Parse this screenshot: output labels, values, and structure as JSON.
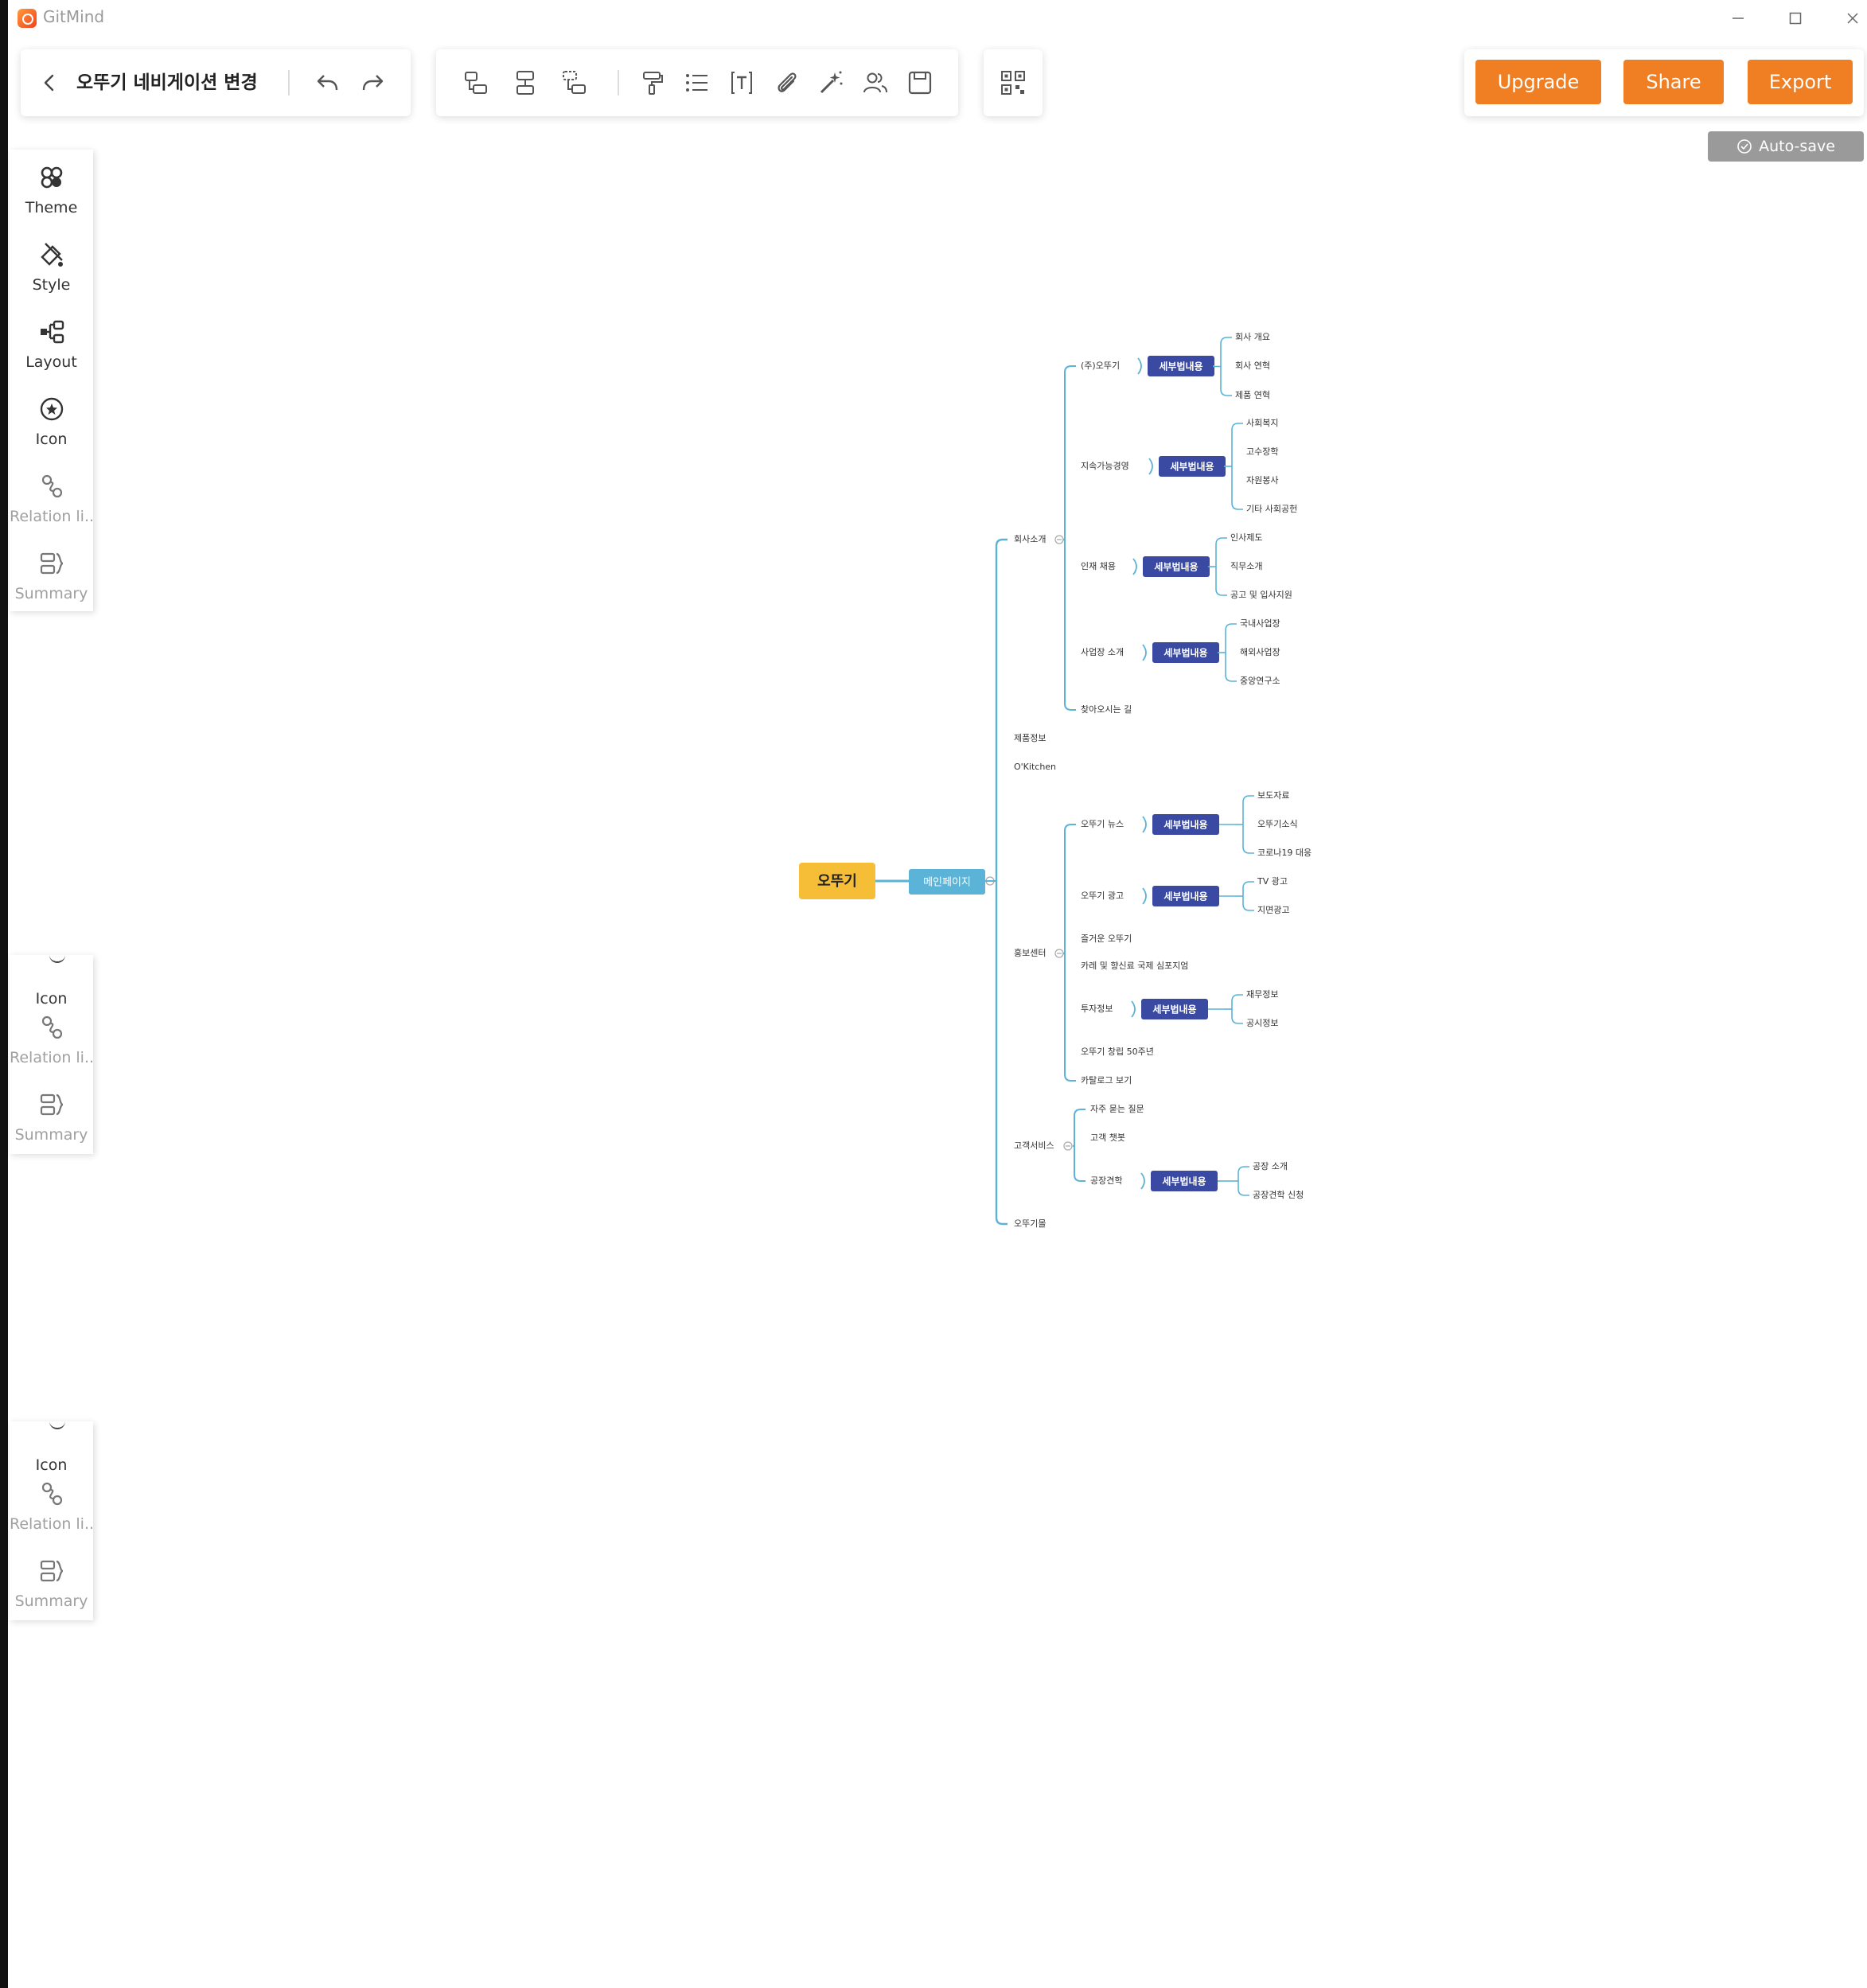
{
  "app": {
    "name": "GitMind"
  },
  "toolbar": {
    "doc_title": "오뚜기 네비게이션 변경",
    "buttons": {
      "upgrade": "Upgrade",
      "share": "Share",
      "export": "Export"
    },
    "autosave": "Auto-save"
  },
  "sidebar": {
    "items": [
      {
        "label": "Theme",
        "icon": "theme-icon"
      },
      {
        "label": "Style",
        "icon": "style-icon"
      },
      {
        "label": "Layout",
        "icon": "layout-icon"
      },
      {
        "label": "Icon",
        "icon": "icon-icon"
      },
      {
        "label": "Relation li...",
        "icon": "relation-line-icon"
      },
      {
        "label": "Summary",
        "icon": "summary-icon"
      }
    ],
    "ghost_items": [
      {
        "label": "Icon"
      },
      {
        "label": "Relation li..."
      },
      {
        "label": "Summary"
      }
    ]
  },
  "colors": {
    "root_fill": "#f6be37",
    "main_fill": "#5bb3d7",
    "badge_fill": "#3a4aa3",
    "line": "#5bb3d7",
    "accent": "#f07f23"
  },
  "mindmap": {
    "root": "오뚜기",
    "main": "메인페이지",
    "badge": "세부법내용",
    "level1": [
      "회사소개",
      "제품정보",
      "O'Kitchen",
      "홍보센터",
      "고객서비스",
      "오뚜기몰"
    ],
    "company": [
      "(주)오뚜기",
      "지속가능경영",
      "인재 채용",
      "사업장 소개",
      "찾아오시는 길"
    ],
    "company_details": [
      [
        "회사 개요",
        "회사 연혁",
        "제품 연혁"
      ],
      [
        "사회복지",
        "고수장학",
        "자원봉사",
        "기타 사회공헌"
      ],
      [
        "인사제도",
        "직무소개",
        "공고 및 입사지원"
      ],
      [
        "국내사업장",
        "해외사업장",
        "중앙연구소"
      ]
    ],
    "pr": [
      "오뚜기 뉴스",
      "오뚜기 광고",
      "즐거운 오뚜기",
      "카레 및 향신료 국제 심포지엄",
      "투자정보",
      "오뚜기 창립 50주년",
      "카탈로그 보기"
    ],
    "pr_details": [
      [
        "보도자료",
        "오뚜기소식",
        "코로나19 대응"
      ],
      [
        "TV 광고",
        "지면광고"
      ],
      [
        "재무정보",
        "공시정보"
      ]
    ],
    "cs": [
      "자주 묻는 질문",
      "고객 챗봇",
      "공장견학"
    ],
    "cs_details": [
      [
        "공장 소개",
        "공장견학 신청"
      ]
    ]
  }
}
